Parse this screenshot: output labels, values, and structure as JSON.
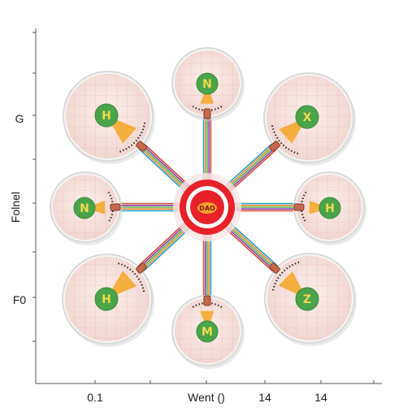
{
  "axes": {
    "y_labels": [
      "G",
      "Folnel",
      "F0"
    ],
    "x_labels": [
      "0.1",
      "Went ()",
      "14",
      "14"
    ]
  },
  "hub": {
    "label": "DAO",
    "ring_color": "#e8202a",
    "core_color": "#f0a030"
  },
  "nodes": [
    {
      "id": "n-top",
      "label": "N"
    },
    {
      "id": "n-top-right",
      "label": "X"
    },
    {
      "id": "n-right",
      "label": "H"
    },
    {
      "id": "n-bottom-right",
      "label": "Z"
    },
    {
      "id": "n-bottom",
      "label": "M"
    },
    {
      "id": "n-bottom-left",
      "label": "H"
    },
    {
      "id": "n-left",
      "label": "N"
    },
    {
      "id": "n-top-left",
      "label": "H"
    }
  ],
  "colors": {
    "node_fill": "#4aa44a",
    "node_text": "#f2d84a",
    "plate_fill": "#f7e3df",
    "plate_rim": "#d9d9d9",
    "cone": "#f5a623",
    "wires": [
      "#2aa1c8",
      "#e08a2e",
      "#5bb04a",
      "#8a3fa8",
      "#d94c3a"
    ]
  }
}
